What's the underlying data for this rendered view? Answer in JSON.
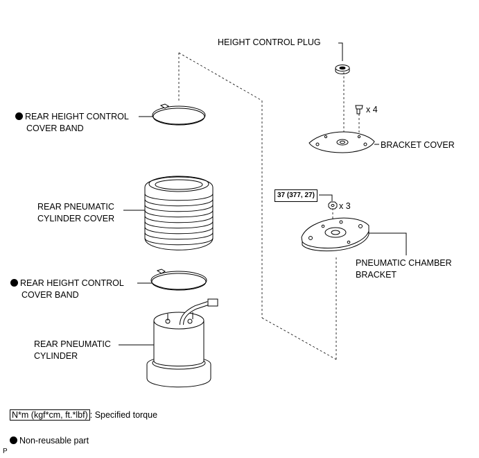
{
  "labels": {
    "height_control_plug": "HEIGHT CONTROL PLUG",
    "bolt_qty": "x 4",
    "bracket_cover": "BRACKET COVER",
    "torque_value": "37 (377, 27)",
    "nut_qty": "x 3",
    "pneumatic_chamber_bracket_1": "PNEUMATIC CHAMBER",
    "pneumatic_chamber_bracket_2": "BRACKET",
    "upper_cover_band_1": "REAR HEIGHT CONTROL",
    "upper_cover_band_2": "COVER BAND",
    "cylinder_cover_1": "REAR PNEUMATIC",
    "cylinder_cover_2": "CYLINDER COVER",
    "lower_cover_band_1": "REAR HEIGHT CONTROL",
    "lower_cover_band_2": "COVER BAND",
    "cylinder_1": "REAR PNEUMATIC",
    "cylinder_2": "CYLINDER"
  },
  "legend": {
    "torque_unit": "N*m (kgf*cm, ft.*lbf)",
    "torque_desc": ": Specified torque",
    "non_reusable": "Non-reusable part"
  },
  "corner_mark": "P"
}
